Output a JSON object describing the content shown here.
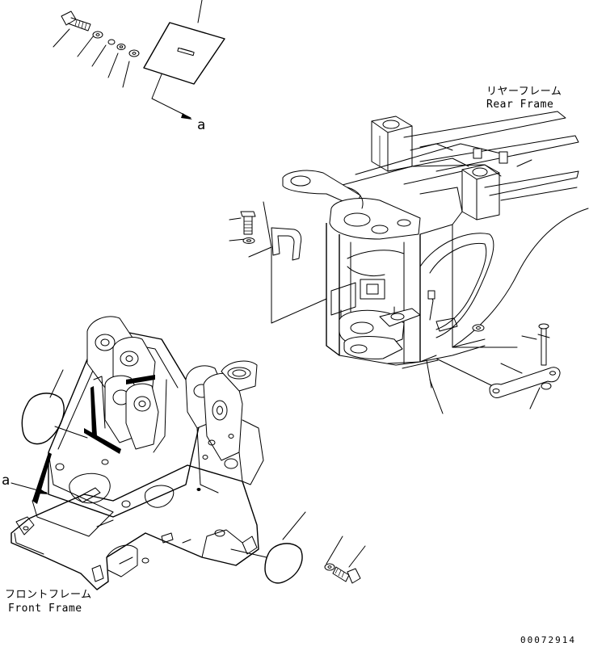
{
  "labels": {
    "rear_frame_jp": "リヤーフレーム",
    "rear_frame_en": "Rear Frame",
    "front_frame_jp": "フロントフレーム",
    "front_frame_en": "Front Frame",
    "ref_a_top": "a",
    "ref_a_left": "a",
    "drawing_number": "00072914"
  }
}
